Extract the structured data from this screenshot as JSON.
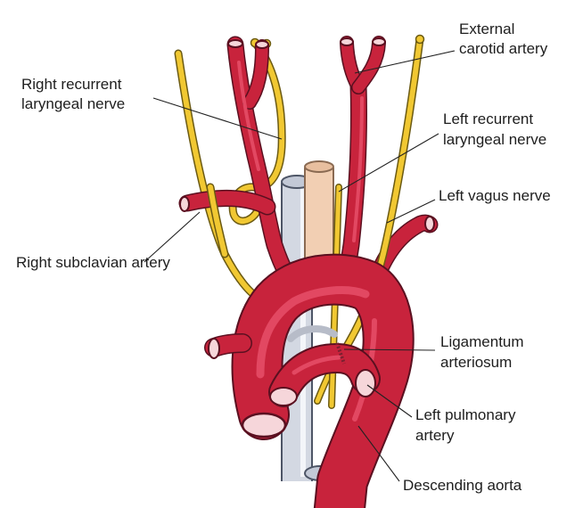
{
  "colors": {
    "artery": "#c8233c",
    "artery_highlight": "#e24862",
    "nerve": "#f1c832",
    "trachea": "#d3d8e2",
    "esophagus": "#f2cfb3",
    "background": "#ffffff"
  },
  "labels": {
    "external_carotid": "External\ncarotid artery",
    "right_recurrent": "Right recurrent\nlaryngeal nerve",
    "left_recurrent": "Left recurrent\nlaryngeal nerve",
    "left_vagus": "Left vagus nerve",
    "right_subclavian": "Right subclavian artery",
    "ligamentum": "Ligamentum\narteriosum",
    "left_pulmonary": "Left pulmonary\nartery",
    "descending_aorta": "Descending aorta"
  }
}
